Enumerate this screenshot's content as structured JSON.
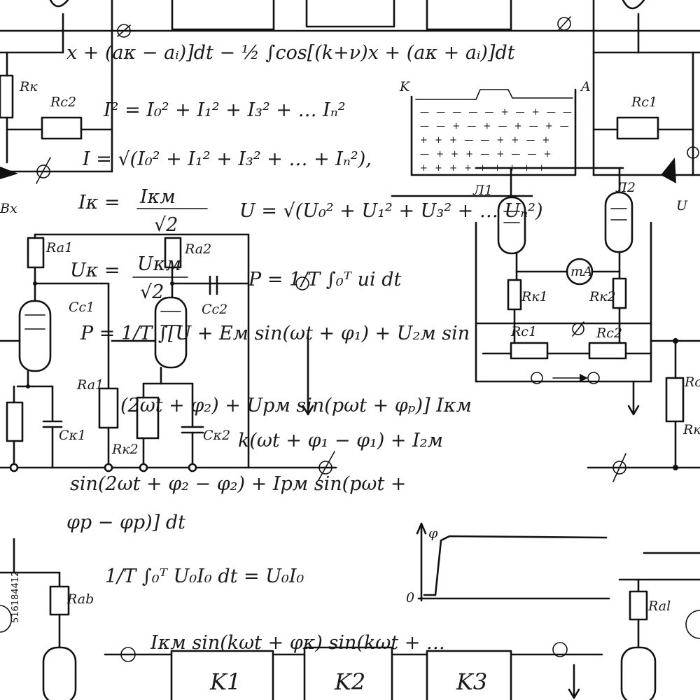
{
  "stock_id": "516184412",
  "formulas": {
    "top_integral": "x + (aκ − aᵢ)]dt − ½ ∫cos[(k+ν)x + (aκ + aᵢ)]dt",
    "current_sum": "I² = I₀² + I₁² + I₃² + … Iₙ²",
    "current_rms": "I = √(I₀² + I₁² + I₃² + … + Iₙ²),",
    "ik_lhs": "Iκ =",
    "ik_num": "Iκм",
    "ik_den": "√2",
    "voltage_rms": "U = √(U₀² + U₁² + U₃² + … Uₙ²)",
    "uk_lhs": "Uκ =",
    "uk_num": "Uκм",
    "uk_den": "√2",
    "power": "P = 1/T ∫₀ᵀ ui dt",
    "power_long_1": "P = 1/T ∫[U + Eм sin(ωt + φ₁) + U₂м sin",
    "power_long_2": "(2ωt + φ₂) + Uрм sin(pωt + φₚ)] Iκм",
    "power_long_3": "k(ωt + φ₁ − φ₁) + I₂м",
    "power_long_4": "sin(2ωt + φ₂ − φ₂) + Iрм sin(pωt +",
    "power_long_5": "φp − φp)] dt",
    "average": "1/T ∫₀ᵀ U₀I₀ dt = U₀I₀",
    "bottom_series": "Iκм sin(kωt + φκ) sin(kωt + …"
  },
  "circuit_labels": {
    "rk": "Rк",
    "rc2": "Rc2",
    "rc1": "Rc1",
    "bx": "Bx",
    "ra1": "Ra1",
    "ra2": "Ra2",
    "cc1": "Cc1",
    "cc2": "Cc2",
    "rs1": "Ra1",
    "rk2": "Rк2",
    "ck1": "Cκ1",
    "ck2": "Cκ2",
    "l1": "Л1",
    "l2": "Л2",
    "rk1_box": "Rк1",
    "rk2_box": "Rк2",
    "ma": "mA",
    "rc1_box": "Rc1",
    "rc2_box": "Rc2",
    "u_out": "U",
    "r_right": "Rc",
    "rk_right": "Rк",
    "rab": "Rab",
    "ral": "Ral",
    "k1": "K1",
    "k2": "K2",
    "k3": "K3",
    "tank_k": "K",
    "tank_a": "A"
  },
  "graph": {
    "y_label": "φ",
    "origin": "0"
  }
}
